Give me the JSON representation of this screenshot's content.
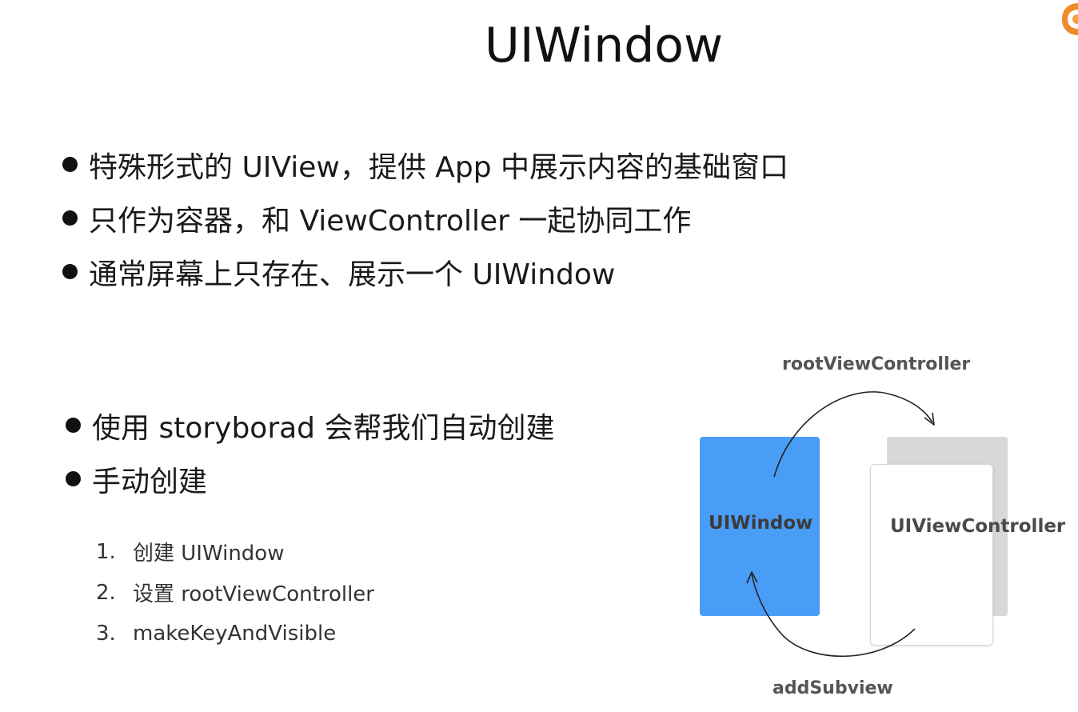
{
  "slide": {
    "title": "UIWindow"
  },
  "bullets_top": [
    "特殊形式的 UIView，提供 App 中展示内容的基础窗口",
    "只作为容器，和 ViewController 一起协同工作",
    "通常屏幕上只存在、展示一个 UIWindow"
  ],
  "bullets_bottom": [
    "使用 storyborad 会帮我们自动创建",
    "手动创建"
  ],
  "steps": [
    {
      "num": "1.",
      "text": "创建 UIWindow"
    },
    {
      "num": "2.",
      "text": "设置 rootViewController"
    },
    {
      "num": "3.",
      "text": "makeKeyAndVisible"
    }
  ],
  "diagram": {
    "window_label": "UIWindow",
    "vc_label": "UIViewController",
    "top_arrow_label": "rootViewController",
    "bottom_arrow_label": "addSubview",
    "window_color": "#4a9df6",
    "vc_back_color": "#d8d8d8"
  },
  "corner_logo": {
    "icon": "orange-logo-icon",
    "color": "#f08a2a"
  }
}
